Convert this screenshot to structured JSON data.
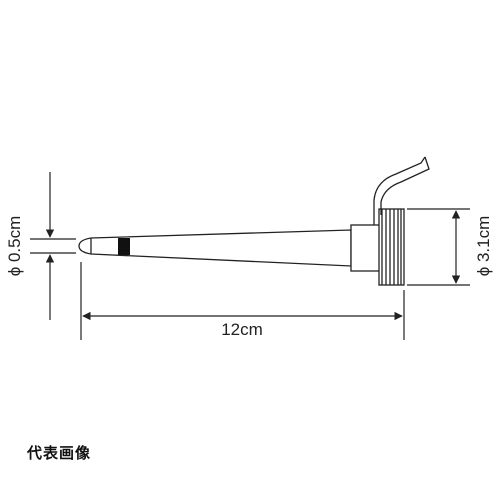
{
  "dimensions": {
    "tip_diameter": "ϕ 0.5cm",
    "length": "12cm",
    "cap_diameter": "ϕ 3.1cm"
  },
  "caption": "代表画像",
  "colors": {
    "line": "#222222",
    "band": "#111111",
    "background": "#ffffff"
  }
}
